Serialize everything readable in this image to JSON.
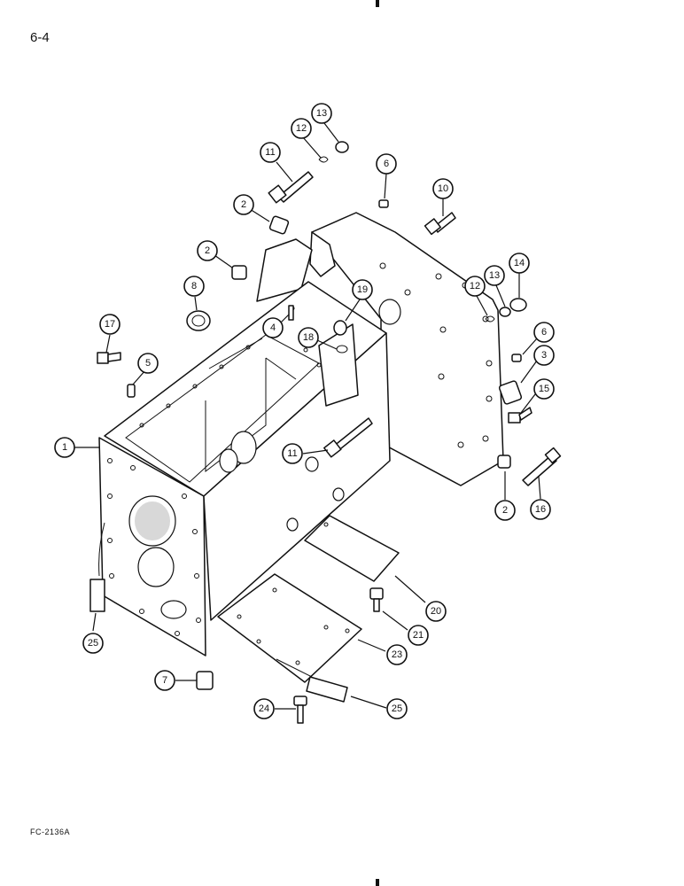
{
  "page": {
    "number": "6-4",
    "figure_code": "FC-2136A"
  },
  "callouts": [
    {
      "id": "c13a",
      "label": "13"
    },
    {
      "id": "c12a",
      "label": "12"
    },
    {
      "id": "c11a",
      "label": "11"
    },
    {
      "id": "c6a",
      "label": "6"
    },
    {
      "id": "c10",
      "label": "10"
    },
    {
      "id": "c2a",
      "label": "2"
    },
    {
      "id": "c2b",
      "label": "2"
    },
    {
      "id": "c8",
      "label": "8"
    },
    {
      "id": "c19",
      "label": "19"
    },
    {
      "id": "c13b",
      "label": "13"
    },
    {
      "id": "c14",
      "label": "14"
    },
    {
      "id": "c12b",
      "label": "12"
    },
    {
      "id": "c17",
      "label": "17"
    },
    {
      "id": "c4",
      "label": "4"
    },
    {
      "id": "c18",
      "label": "18"
    },
    {
      "id": "c6b",
      "label": "6"
    },
    {
      "id": "c5",
      "label": "5"
    },
    {
      "id": "c3",
      "label": "3"
    },
    {
      "id": "c15",
      "label": "15"
    },
    {
      "id": "c1",
      "label": "1"
    },
    {
      "id": "c11b",
      "label": "11"
    },
    {
      "id": "c2c",
      "label": "2"
    },
    {
      "id": "c16",
      "label": "16"
    },
    {
      "id": "c20",
      "label": "20"
    },
    {
      "id": "c21",
      "label": "21"
    },
    {
      "id": "c25a",
      "label": "25"
    },
    {
      "id": "c23",
      "label": "23"
    },
    {
      "id": "c7",
      "label": "7"
    },
    {
      "id": "c24",
      "label": "24"
    },
    {
      "id": "c25b",
      "label": "25"
    }
  ]
}
